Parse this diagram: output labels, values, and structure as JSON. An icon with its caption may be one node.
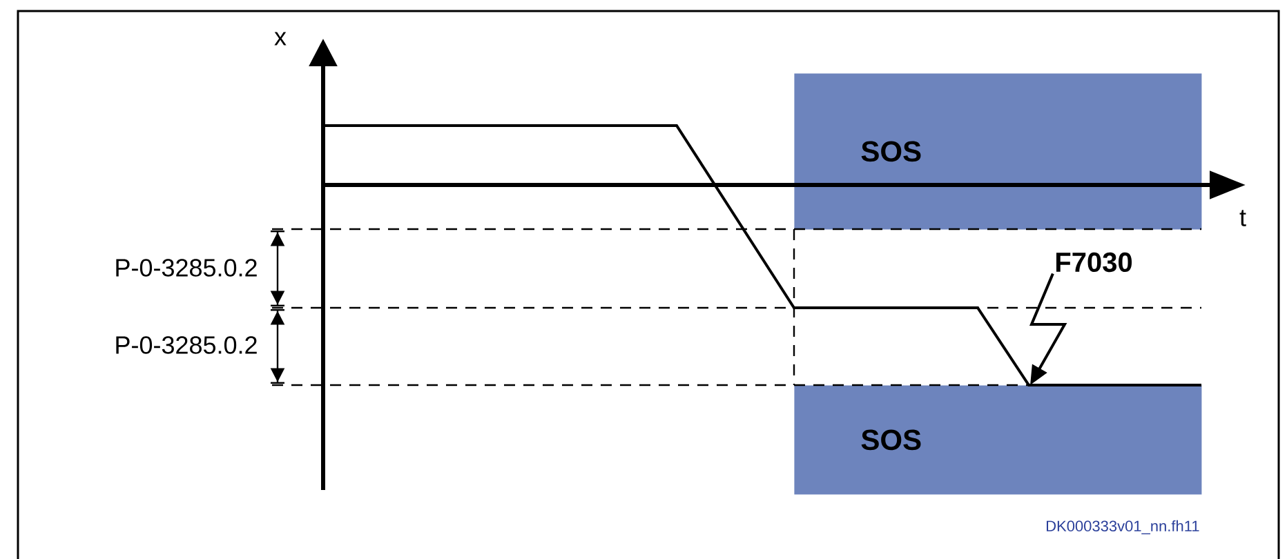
{
  "diagram": {
    "nodes": [
      {
        "text": [
          "SOS"
        ]
      },
      {
        "text": [
          "SOS"
        ]
      },
      {
        "text": [
          "F7030"
        ]
      }
    ],
    "edges": [
      {
        "from": 2,
        "to": 1,
        "arrow": "to"
      }
    ],
    "labels": [
      "x",
      "t",
      "P-0-3285.0.2",
      "P-0-3285.0.2",
      "DK000333v01_nn.fh11"
    ]
  }
}
